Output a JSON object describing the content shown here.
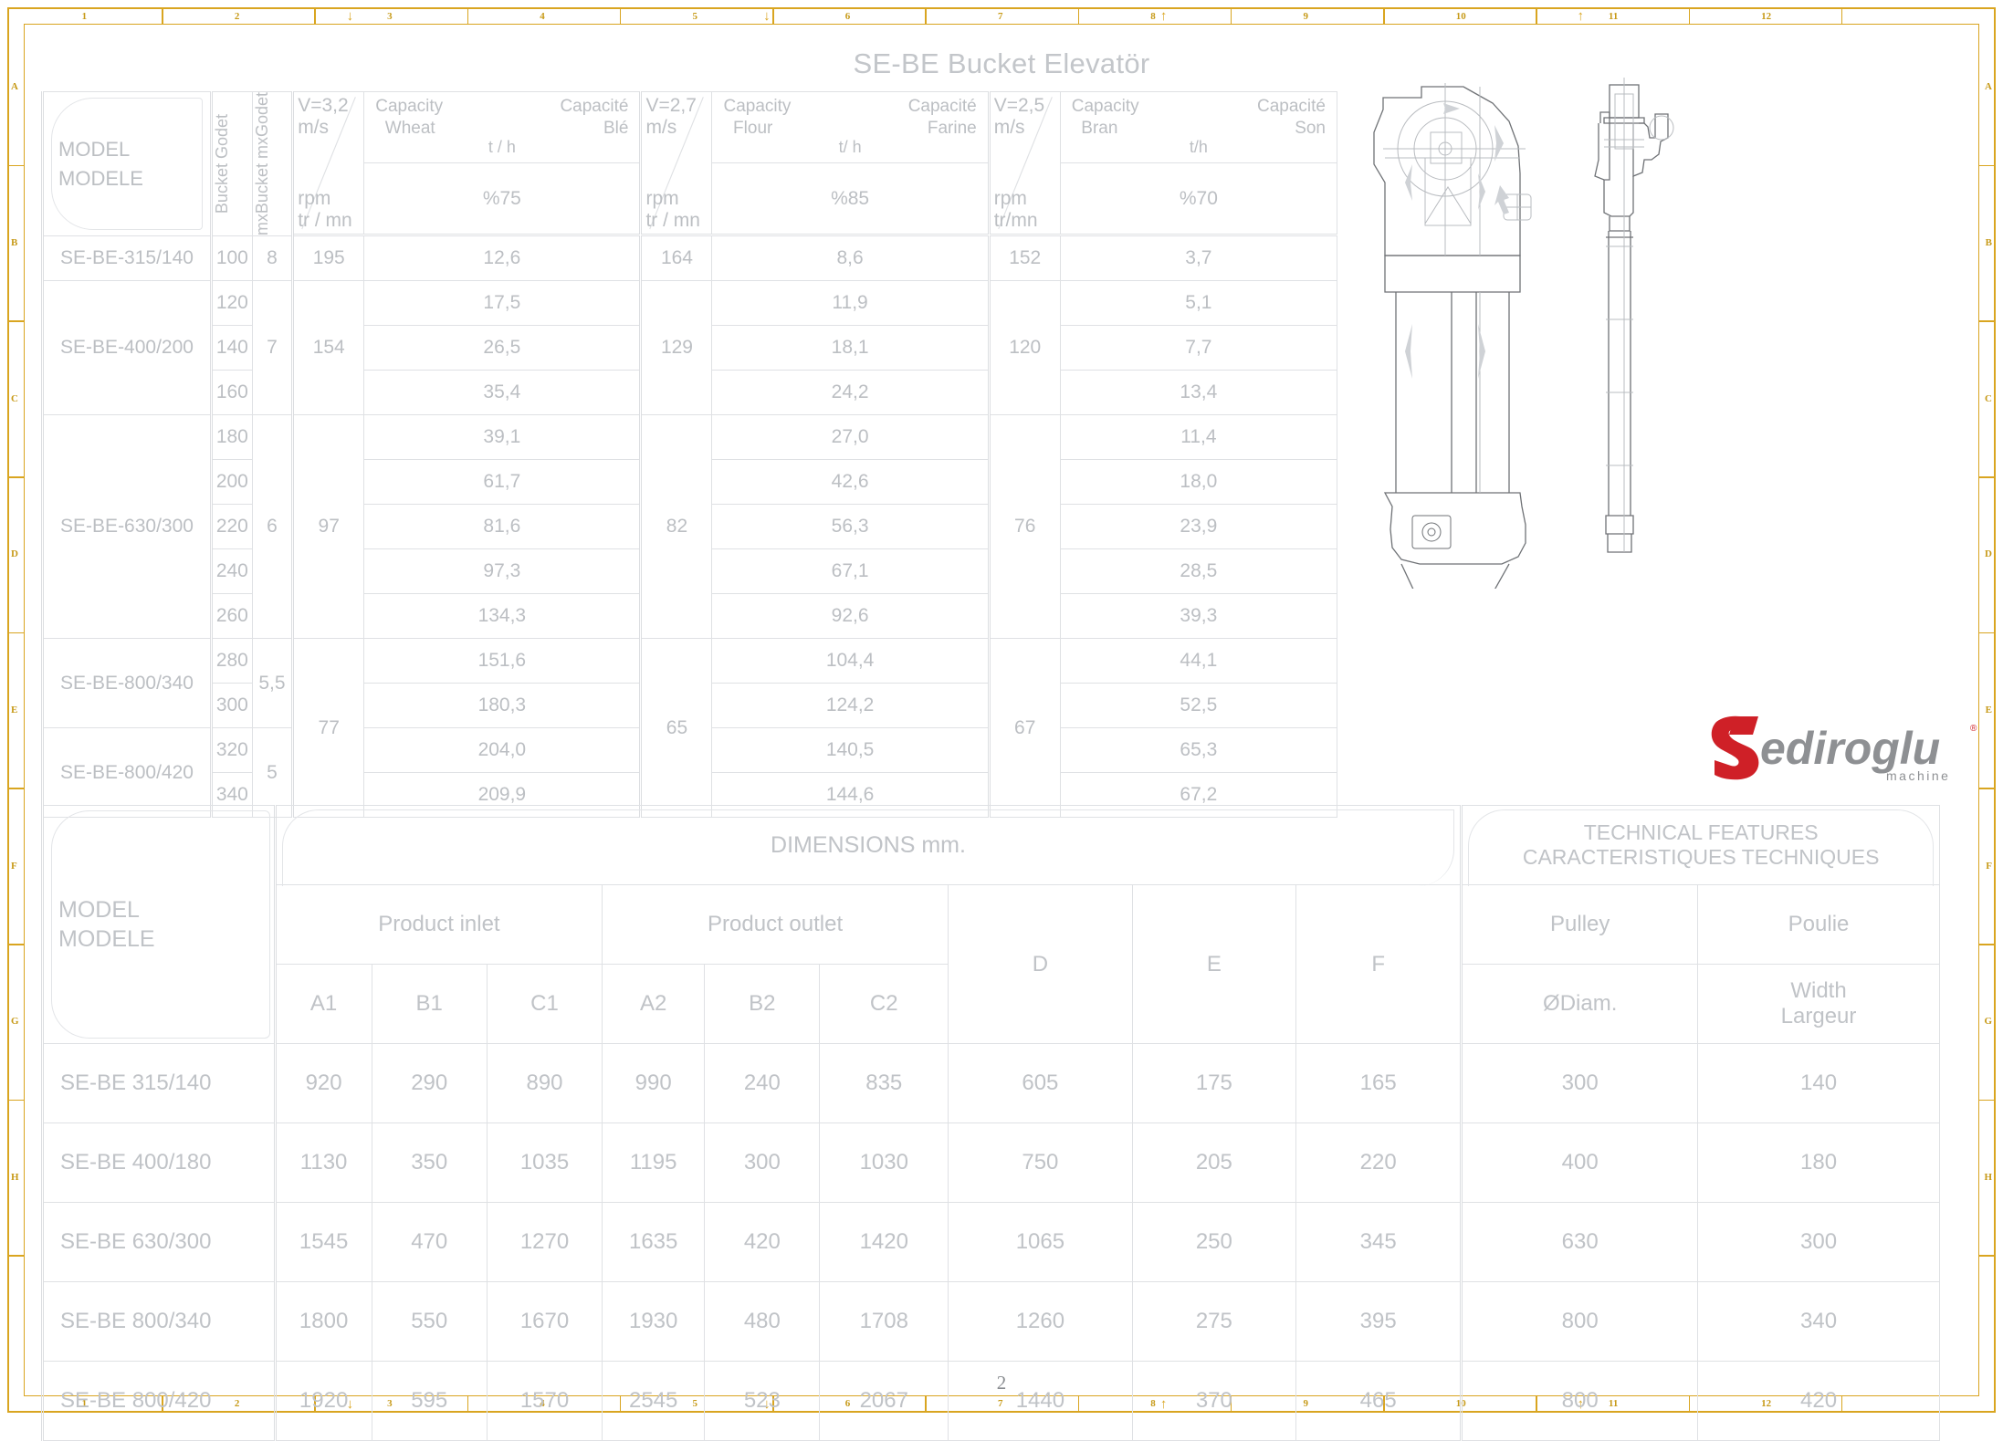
{
  "document": {
    "title": "SE-BE Bucket Elevatör",
    "page_number": "2",
    "frame_color": "#d9a520",
    "text_color": "#bcbfc3"
  },
  "ruler": {
    "top_numbers": [
      "1",
      "2",
      "3",
      "4",
      "5",
      "6",
      "7",
      "8",
      "9",
      "10",
      "11",
      "12"
    ],
    "left_letters": [
      "A",
      "B",
      "C",
      "D",
      "E",
      "F",
      "G",
      "H"
    ]
  },
  "capacity_table": {
    "headers": {
      "model": "MODEL\nMODELE",
      "model_line1": "MODEL",
      "model_line2": "MODELE",
      "bucket": "Bucket\nGodet",
      "mxbucket": "mxBucket\nmxGodet",
      "groups": [
        {
          "speed": "V=3,2",
          "unit": "m/s",
          "rpm": "rpm",
          "rpm_fr": "tr / mn",
          "cap_en": "Capacity",
          "product_en": "Wheat",
          "unit_th": "t / h",
          "cap_fr": "Capacité",
          "product_fr": "Blé",
          "percent": "%75"
        },
        {
          "speed": "V=2,7",
          "unit": "m/s",
          "rpm": "rpm",
          "rpm_fr": "tr / mn",
          "cap_en": "Capacity",
          "product_en": "Flour",
          "unit_th": "t/ h",
          "cap_fr": "Capacité",
          "product_fr": "Farine",
          "percent": "%85"
        },
        {
          "speed": "V=2,5",
          "unit": "m/s",
          "rpm": "rpm",
          "rpm_fr": "tr/mn",
          "cap_en": "Capacity",
          "product_en": "Bran",
          "unit_th": "t/h",
          "cap_fr": "Capacité",
          "product_fr": "Son",
          "percent": "%70"
        }
      ]
    },
    "models": [
      {
        "name": "SE-BE-315/140",
        "rows": 1,
        "mxbucket": "8",
        "rpm_wheat": "195",
        "rpm_flour": "164",
        "rpm_bran": "152"
      },
      {
        "name": "SE-BE-400/200",
        "rows": 3,
        "mxbucket": "7",
        "rpm_wheat": "154",
        "rpm_flour": "129",
        "rpm_bran": "120"
      },
      {
        "name": "SE-BE-630/300",
        "rows": 5,
        "mxbucket": "6",
        "rpm_wheat": "97",
        "rpm_flour": "82",
        "rpm_bran": "76"
      },
      {
        "name": "SE-BE-800/340",
        "rows": 2,
        "mxbucket": "5,5",
        "rpm_wheat": "77",
        "rpm_flour": "65",
        "rpm_bran": "67"
      },
      {
        "name": "SE-BE-800/420",
        "rows": 2,
        "mxbucket": "5",
        "rpm_wheat": "",
        "rpm_flour": "",
        "rpm_bran": ""
      }
    ],
    "rows": [
      {
        "bucket": "100",
        "wheat": "12,6",
        "flour": "8,6",
        "bran": "3,7"
      },
      {
        "bucket": "120",
        "wheat": "17,5",
        "flour": "11,9",
        "bran": "5,1"
      },
      {
        "bucket": "140",
        "wheat": "26,5",
        "flour": "18,1",
        "bran": "7,7"
      },
      {
        "bucket": "160",
        "wheat": "35,4",
        "flour": "24,2",
        "bran": "13,4"
      },
      {
        "bucket": "180",
        "wheat": "39,1",
        "flour": "27,0",
        "bran": "11,4"
      },
      {
        "bucket": "200",
        "wheat": "61,7",
        "flour": "42,6",
        "bran": "18,0"
      },
      {
        "bucket": "220",
        "wheat": "81,6",
        "flour": "56,3",
        "bran": "23,9"
      },
      {
        "bucket": "240",
        "wheat": "97,3",
        "flour": "67,1",
        "bran": "28,5"
      },
      {
        "bucket": "260",
        "wheat": "134,3",
        "flour": "92,6",
        "bran": "39,3"
      },
      {
        "bucket": "280",
        "wheat": "151,6",
        "flour": "104,4",
        "bran": "44,1"
      },
      {
        "bucket": "300",
        "wheat": "180,3",
        "flour": "124,2",
        "bran": "52,5"
      },
      {
        "bucket": "320",
        "wheat": "204,0",
        "flour": "140,5",
        "bran": "65,3"
      },
      {
        "bucket": "340",
        "wheat": "209,9",
        "flour": "144,6",
        "bran": "67,2"
      }
    ]
  },
  "dimension_table": {
    "model_label_line1": "MODEL",
    "model_label_line2": "MODELE",
    "dimensions_banner": "DIMENSIONS   mm.",
    "technical_banner_line1": "TECHNICAL FEATURES",
    "technical_banner_line2": "CARACTERISTIQUES TECHNIQUES",
    "group_inlet": "Product inlet",
    "group_outlet": "Product outlet",
    "pulley_en": "Pulley",
    "pulley_fr": "Poulie",
    "diam_label": "ØDiam.",
    "width_en": "Width",
    "width_fr": "Largeur",
    "columns": [
      "A1",
      "B1",
      "C1",
      "A2",
      "B2",
      "C2",
      "D",
      "E",
      "F"
    ],
    "rows": [
      {
        "model": "SE-BE 315/140",
        "A1": "920",
        "B1": "290",
        "C1": "890",
        "A2": "990",
        "B2": "240",
        "C2": "835",
        "D": "605",
        "E": "175",
        "F": "165",
        "diam": "300",
        "width": "140"
      },
      {
        "model": "SE-BE 400/180",
        "A1": "1130",
        "B1": "350",
        "C1": "1035",
        "A2": "1195",
        "B2": "300",
        "C2": "1030",
        "D": "750",
        "E": "205",
        "F": "220",
        "diam": "400",
        "width": "180"
      },
      {
        "model": "SE-BE 630/300",
        "A1": "1545",
        "B1": "470",
        "C1": "1270",
        "A2": "1635",
        "B2": "420",
        "C2": "1420",
        "D": "1065",
        "E": "250",
        "F": "345",
        "diam": "630",
        "width": "300"
      },
      {
        "model": "SE-BE 800/340",
        "A1": "1800",
        "B1": "550",
        "C1": "1670",
        "A2": "1930",
        "B2": "480",
        "C2": "1708",
        "D": "1260",
        "E": "275",
        "F": "395",
        "diam": "800",
        "width": "340"
      },
      {
        "model": "SE-BE 800/420",
        "A1": "1920",
        "B1": "595",
        "C1": "1570",
        "A2": "2545",
        "B2": "523",
        "C2": "2067",
        "D": "1440",
        "E": "370",
        "F": "465",
        "diam": "800",
        "width": "420"
      }
    ]
  },
  "logo": {
    "text": "ediroglu",
    "initial": "S",
    "tagline": "machine",
    "registered": "®",
    "red": "#cf2027",
    "grey": "#8e9093"
  },
  "drawings": {
    "front_view": "bucket-elevator-front-view",
    "side_view": "bucket-elevator-side-view"
  }
}
